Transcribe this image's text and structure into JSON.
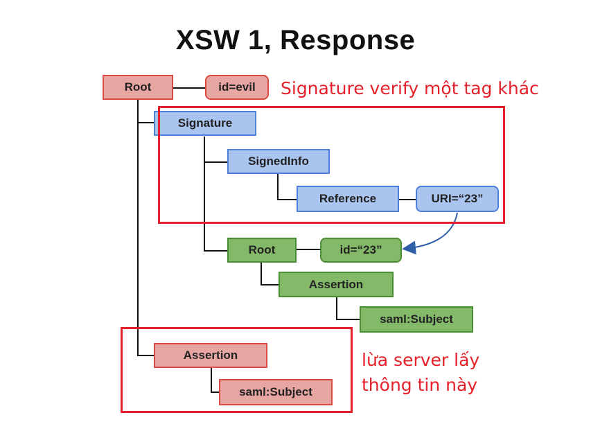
{
  "title": "XSW 1, Response",
  "nodes": {
    "root": "Root",
    "id_evil": "id=evil",
    "signature": "Signature",
    "signed_info": "SignedInfo",
    "reference": "Reference",
    "uri": "URI=“23”",
    "root_green": "Root",
    "id_23": "id=“23”",
    "assertion_green": "Assertion",
    "subject_green": "saml:Subject",
    "assertion_red": "Assertion",
    "subject_red": "saml:Subject"
  },
  "annotations": {
    "signature_note": "Signature verify một tag khác",
    "assertion_note_line1": "lừa server lấy",
    "assertion_note_line2": "thông tin này"
  },
  "colors": {
    "red_fill": "#e8a6a3",
    "blue_fill": "#a9c4ef",
    "green_fill": "#84b96a",
    "highlight": "#e4202a"
  }
}
